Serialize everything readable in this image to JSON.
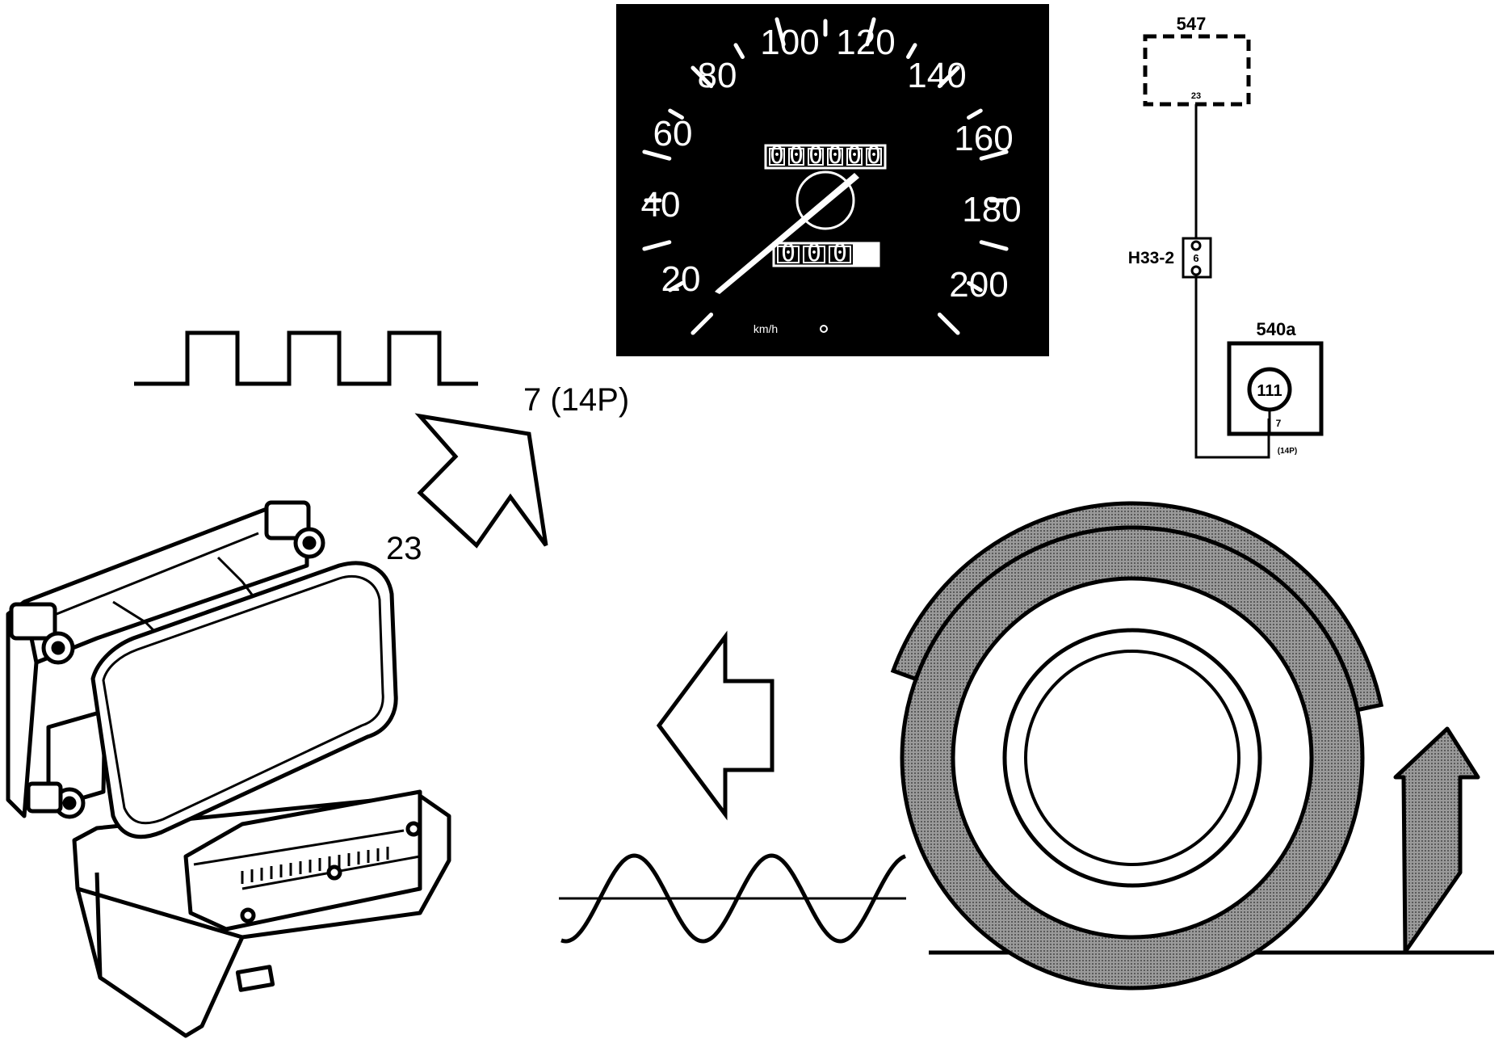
{
  "speedometer": {
    "scale_labels": [
      "20",
      "40",
      "60",
      "80",
      "100",
      "120",
      "140",
      "160",
      "180",
      "200"
    ],
    "unit": "km/h",
    "odometer_digits": [
      "0",
      "0",
      "0",
      "0",
      "0",
      "0"
    ],
    "trip_digits": [
      "0",
      "0",
      "0"
    ]
  },
  "pulse_signal": {
    "pin_label": "7 (14P)"
  },
  "control_unit": {
    "pin_label": "23"
  },
  "wiring": {
    "top_component": "547",
    "top_pin": "23",
    "connector": "H33-2",
    "connector_pin": "6",
    "bottom_component": "540a",
    "sensor_symbol": "111",
    "bottom_pin": "7",
    "bottom_pin_note": "(14P)"
  },
  "colors": {
    "ink": "#000000",
    "paper": "#ffffff",
    "tyre_fill": "#8a8a8a"
  }
}
